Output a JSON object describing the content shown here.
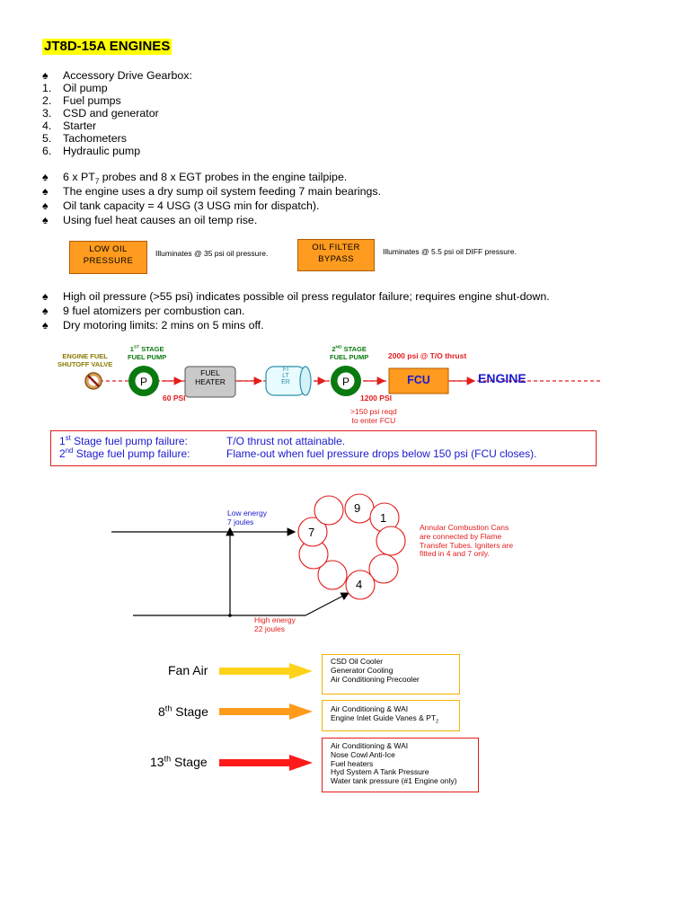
{
  "title": "JT8D-15A ENGINES",
  "gearbox": {
    "heading": "Accessory Drive Gearbox:",
    "items": [
      "Oil pump",
      "Fuel pumps",
      "CSD and generator",
      "Starter",
      "Tachometers",
      "Hydraulic pump"
    ],
    "numbers": [
      "1.",
      "2.",
      "3.",
      "4.",
      "5.",
      "6."
    ]
  },
  "bullet_symbol": "♠",
  "facts": {
    "probes_a": "6 x PT",
    "probes_sub": "7",
    "probes_b": " probes and 8 x EGT probes in the engine tailpipe.",
    "dry_sump": "The engine uses a dry sump oil system feeding 7 main bearings.",
    "oil_tank": "Oil tank capacity = 4 USG (3 USG min for dispatch).",
    "fuel_heat": "Using fuel heat causes an oil temp rise."
  },
  "warnings": {
    "low_oil_line1": "LOW OIL",
    "low_oil_line2": "PRESSURE",
    "low_oil_note": "Illuminates @ 35 psi oil pressure.",
    "filter_line1": "OIL FILTER",
    "filter_line2": "BYPASS",
    "filter_note": "Illuminates @ 5.5 psi oil DIFF pressure."
  },
  "facts2": {
    "high_oil": "High oil pressure (>55 psi) indicates possible oil press regulator failure; requires engine shut-down.",
    "atomizers": "9 fuel atomizers per combustion can.",
    "motoring": "Dry motoring limits:  2 mins on 5 mins off."
  },
  "fuel_system": {
    "shutoff_line1": "ENGINE FUEL",
    "shutoff_line2": "SHUTOFF VALVE",
    "stage1_line1a": "1",
    "stage1_sup": "ST",
    "stage1_line1b": " STAGE",
    "stage1_line2": "FUEL PUMP",
    "pump_letter": "P",
    "heater_line1": "FUEL",
    "heater_line2": "HEATER",
    "filter_label": "FILTER",
    "stage2_line1a": "2",
    "stage2_sup": "ND",
    "stage2_line1b": " STAGE",
    "stage2_line2": "FUEL PUMP",
    "thrust_psi": "2000 psi @ T/O  thrust",
    "fcu": "FCU",
    "engine": "ENGINE",
    "psi_60": "60 PSI",
    "psi_1200": "1200 PSI",
    "fcu_req1": ">150 psi reqd",
    "fcu_req2": "to enter FCU"
  },
  "pump_failure": {
    "row1_num": "1",
    "row1_sup": "st",
    "row1_label": " Stage fuel pump failure:",
    "row1_effect": "T/O thrust not attainable.",
    "row2_num": "2",
    "row2_sup": "nd",
    "row2_label": " Stage fuel pump failure:",
    "row2_effect": "Flame-out when fuel pressure drops below 150 psi (FCU closes)."
  },
  "ignition": {
    "low_line1": "Low energy",
    "low_line2": "7 joules",
    "high_line1": "High energy",
    "high_line2": "22 joules",
    "can_9": "9",
    "can_1": "1",
    "can_7": "7",
    "can_4": "4",
    "note_line1": "Annular  Combustion Cans",
    "note_line2": "are connected by Flame",
    "note_line3": "Transfer Tubes. Igniters are",
    "note_line4": "fitted in 4 and 7 only."
  },
  "bleed_air": {
    "fan_air": "Fan Air",
    "eighth_num": "8",
    "eighth_sup": "th",
    "eighth_word": " Stage",
    "thirteenth_num": "13",
    "thirteenth_sup": "th",
    "thirteenth_word": " Stage",
    "fan_uses": [
      "CSD Oil Cooler",
      "Generator Cooling",
      "Air Conditioning Precooler"
    ],
    "eighth_use1": "Air Conditioning & WAI",
    "eighth_use2": "Engine Inlet  Guide Vanes & PT",
    "eighth_use2_sub": "2",
    "thirteenth_uses": [
      "Air Conditioning & WAI",
      "Nose Cowl Anti-Ice",
      "Fuel heaters",
      "Hyd System A Tank Pressure",
      "Water tank pressure (#1 Engine only)"
    ]
  },
  "colors": {
    "title_highlight": "#ffff00",
    "warning_orange": "#ff9b1f",
    "pump_green": "#0a7a10",
    "alert_red": "#e31c1c",
    "text_blue": "#1a1ad0",
    "fan_arrow": "#ffd21a",
    "eighth_arrow": "#ff9a1a",
    "thirteenth_arrow": "#ff1a1a"
  }
}
